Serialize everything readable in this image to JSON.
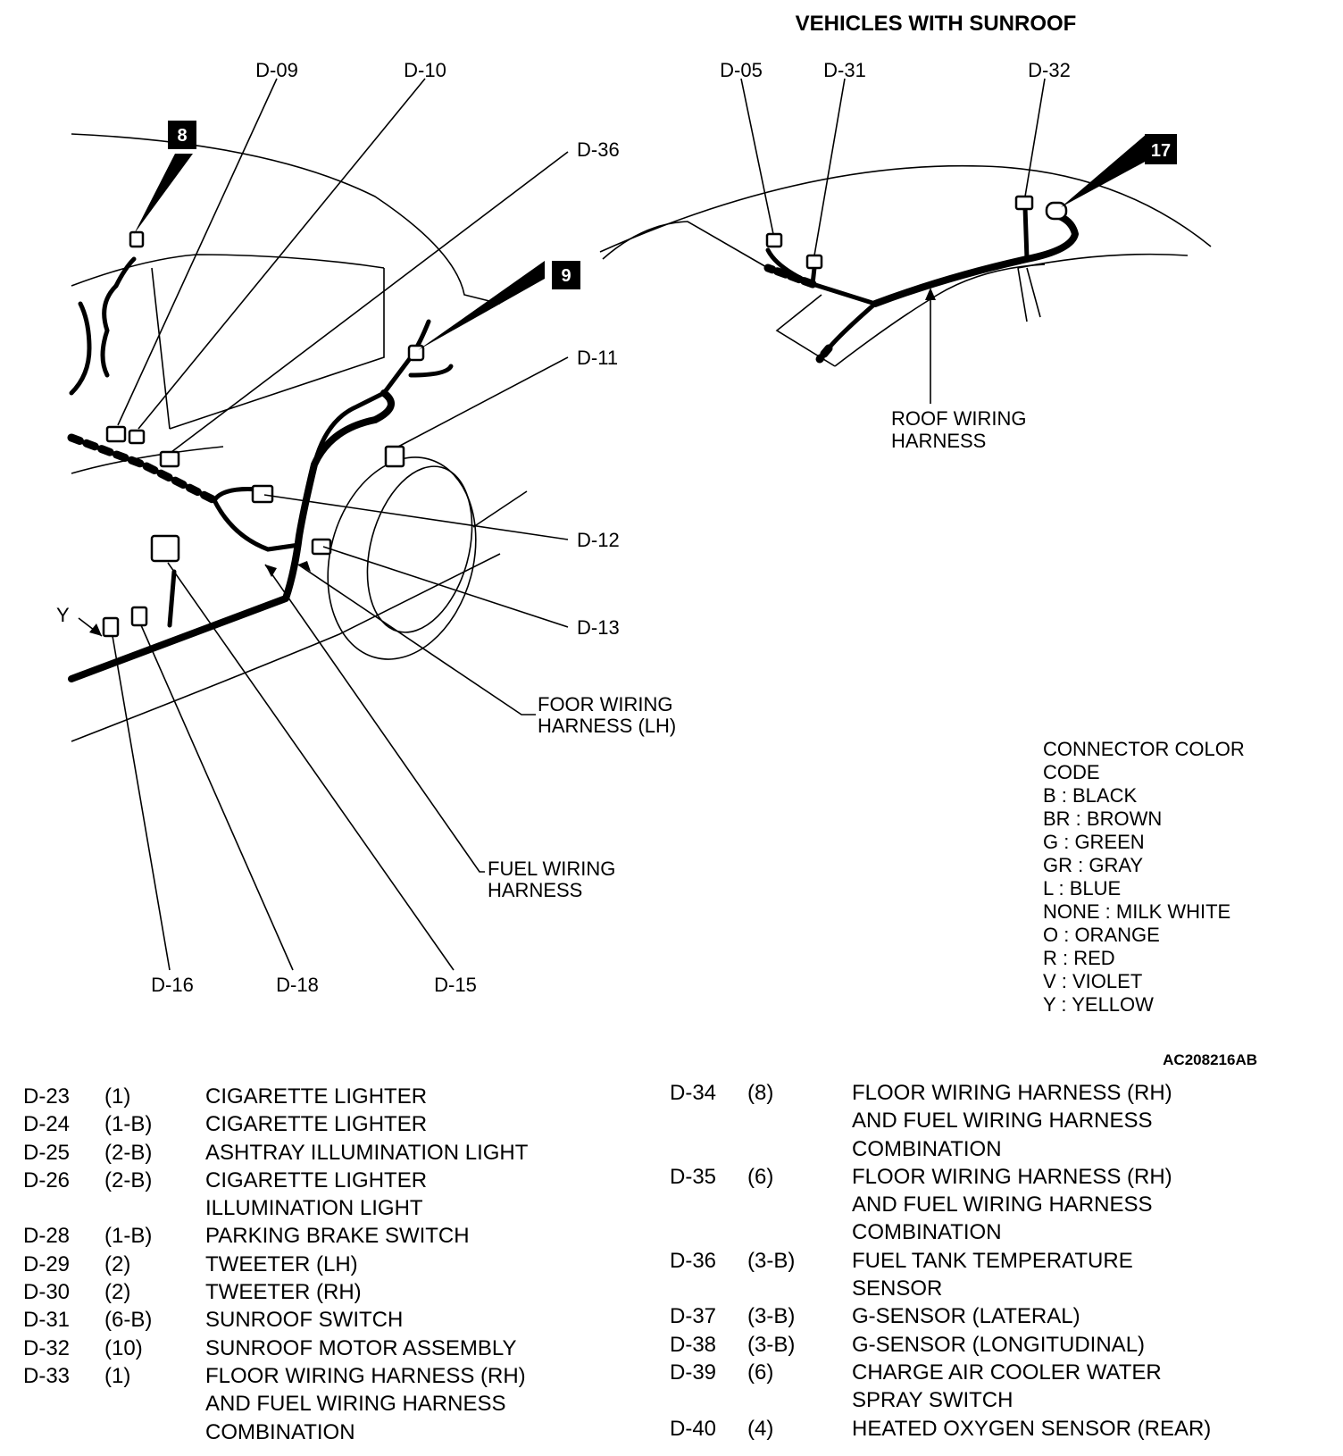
{
  "title": "VEHICLES WITH SUNROOF",
  "figure_code": "AC208216AB",
  "badges": [
    "8",
    "9",
    "17"
  ],
  "labels": {
    "d09": "D-09",
    "d10": "D-10",
    "d36": "D-36",
    "d11": "D-11",
    "d12": "D-12",
    "d13": "D-13",
    "d16": "D-16",
    "d18": "D-18",
    "d15": "D-15",
    "d05": "D-05",
    "d31": "D-31",
    "d32": "D-32",
    "y": "Y",
    "floor_harness": [
      "FOOR WIRING",
      "HARNESS (LH)"
    ],
    "fuel_harness": [
      "FUEL WIRING",
      "HARNESS"
    ],
    "roof_harness": [
      "ROOF WIRING",
      "HARNESS"
    ]
  },
  "color_code": {
    "title": [
      "CONNECTOR COLOR",
      "CODE"
    ],
    "entries": [
      "B : BLACK",
      "BR : BROWN",
      "G : GREEN",
      "GR : GRAY",
      "L : BLUE",
      "NONE : MILK WHITE",
      "O : ORANGE",
      "R : RED",
      "V : VIOLET",
      "Y : YELLOW"
    ]
  },
  "connectors_left": [
    {
      "id": "D-23",
      "pins": "(1)",
      "lines": [
        "CIGARETTE LIGHTER"
      ]
    },
    {
      "id": "D-24",
      "pins": "(1-B)",
      "lines": [
        "CIGARETTE LIGHTER"
      ]
    },
    {
      "id": "D-25",
      "pins": "(2-B)",
      "lines": [
        "ASHTRAY ILLUMINATION LIGHT"
      ]
    },
    {
      "id": "D-26",
      "pins": "(2-B)",
      "lines": [
        "CIGARETTE LIGHTER",
        "ILLUMINATION LIGHT"
      ]
    },
    {
      "id": "D-28",
      "pins": "(1-B)",
      "lines": [
        "PARKING BRAKE SWITCH"
      ]
    },
    {
      "id": "D-29",
      "pins": "(2)",
      "lines": [
        "TWEETER (LH)"
      ]
    },
    {
      "id": "D-30",
      "pins": "(2)",
      "lines": [
        "TWEETER (RH)"
      ]
    },
    {
      "id": "D-31",
      "pins": "(6-B)",
      "lines": [
        "SUNROOF SWITCH"
      ]
    },
    {
      "id": "D-32",
      "pins": "(10)",
      "lines": [
        "SUNROOF MOTOR ASSEMBLY"
      ]
    },
    {
      "id": "D-33",
      "pins": "(1)",
      "lines": [
        "FLOOR WIRING HARNESS (RH)",
        "AND FUEL WIRING HARNESS",
        "COMBINATION"
      ]
    }
  ],
  "connectors_right": [
    {
      "id": "D-34",
      "pins": "(8)",
      "lines": [
        "FLOOR WIRING HARNESS (RH)",
        "AND FUEL WIRING HARNESS",
        "COMBINATION"
      ]
    },
    {
      "id": "D-35",
      "pins": "(6)",
      "lines": [
        "FLOOR WIRING HARNESS (RH)",
        "AND FUEL WIRING HARNESS",
        "COMBINATION"
      ]
    },
    {
      "id": "D-36",
      "pins": "(3-B)",
      "lines": [
        "FUEL TANK TEMPERATURE",
        "SENSOR"
      ]
    },
    {
      "id": "D-37",
      "pins": "(3-B)",
      "lines": [
        "G-SENSOR (LATERAL)"
      ]
    },
    {
      "id": "D-38",
      "pins": "(3-B)",
      "lines": [
        "G-SENSOR (LONGITUDINAL)"
      ]
    },
    {
      "id": "D-39",
      "pins": "(6)",
      "lines": [
        "CHARGE AIR COOLER WATER",
        "SPRAY SWITCH"
      ]
    },
    {
      "id": "D-40",
      "pins": "(4)",
      "lines": [
        "HEATED OXYGEN SENSOR (REAR)"
      ]
    }
  ]
}
